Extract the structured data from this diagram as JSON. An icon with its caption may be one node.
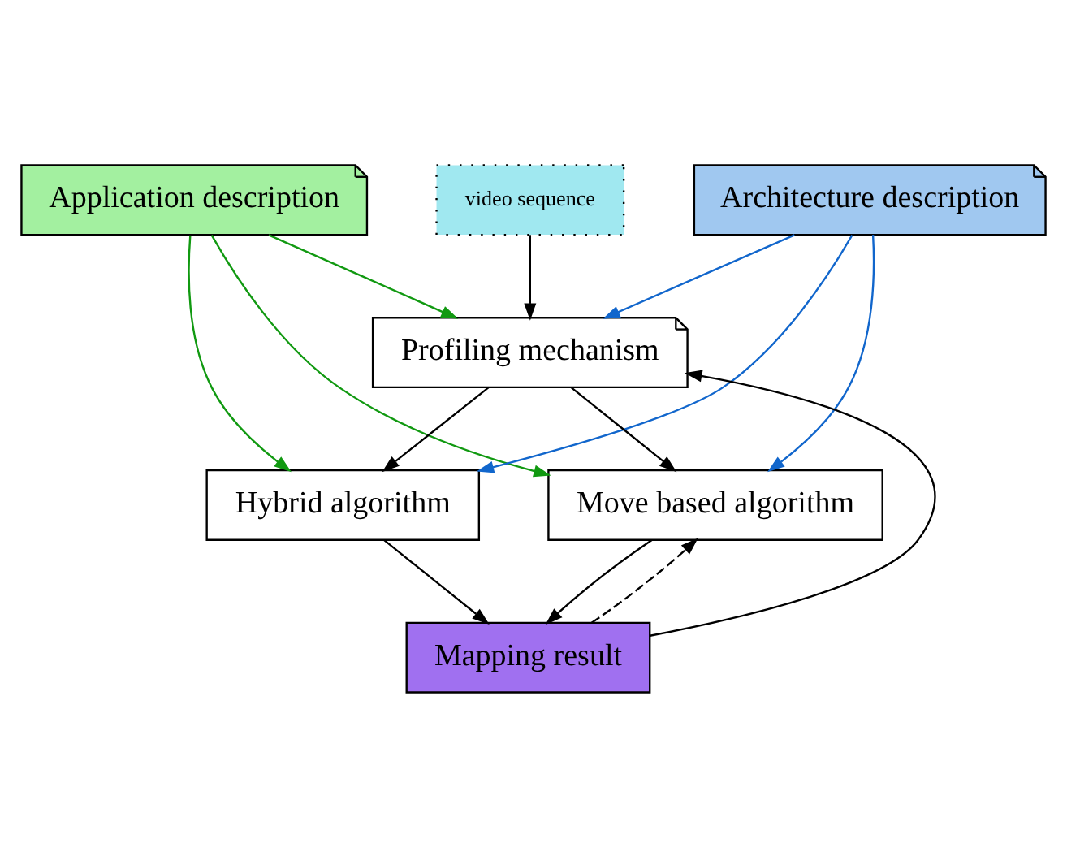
{
  "diagram": {
    "nodes": [
      {
        "text": [
          "Application description"
        ]
      },
      {
        "text": [
          "video sequence"
        ]
      },
      {
        "text": [
          "Architecture description"
        ]
      },
      {
        "text": [
          "Profiling mechanism"
        ]
      },
      {
        "text": [
          "Hybrid algorithm"
        ]
      },
      {
        "text": [
          "Move based algorithm"
        ]
      },
      {
        "text": [
          "Mapping result"
        ]
      }
    ],
    "edges": [
      {
        "from": 0,
        "to": 3,
        "arrow": "to",
        "color": "#119911"
      },
      {
        "from": 1,
        "to": 3,
        "arrow": "to"
      },
      {
        "from": 2,
        "to": 3,
        "arrow": "to",
        "color": "#1166cc"
      },
      {
        "from": 3,
        "to": 4,
        "arrow": "to"
      },
      {
        "from": 3,
        "to": 5,
        "arrow": "to"
      },
      {
        "from": 2,
        "to": 4,
        "arrow": "to",
        "color": "#1166cc"
      },
      {
        "from": 2,
        "to": 5,
        "arrow": "to",
        "color": "#1166cc"
      },
      {
        "from": 0,
        "to": 4,
        "arrow": "to",
        "color": "#119911"
      },
      {
        "from": 0,
        "to": 5,
        "arrow": "to",
        "color": "#119911"
      },
      {
        "from": 4,
        "to": 6,
        "arrow": "to"
      },
      {
        "from": 5,
        "to": 6,
        "arrow": "to"
      },
      {
        "from": 6,
        "to": 5,
        "arrow": "to",
        "style": "dashed"
      },
      {
        "from": 6,
        "to": 3,
        "arrow": "to"
      }
    ]
  }
}
